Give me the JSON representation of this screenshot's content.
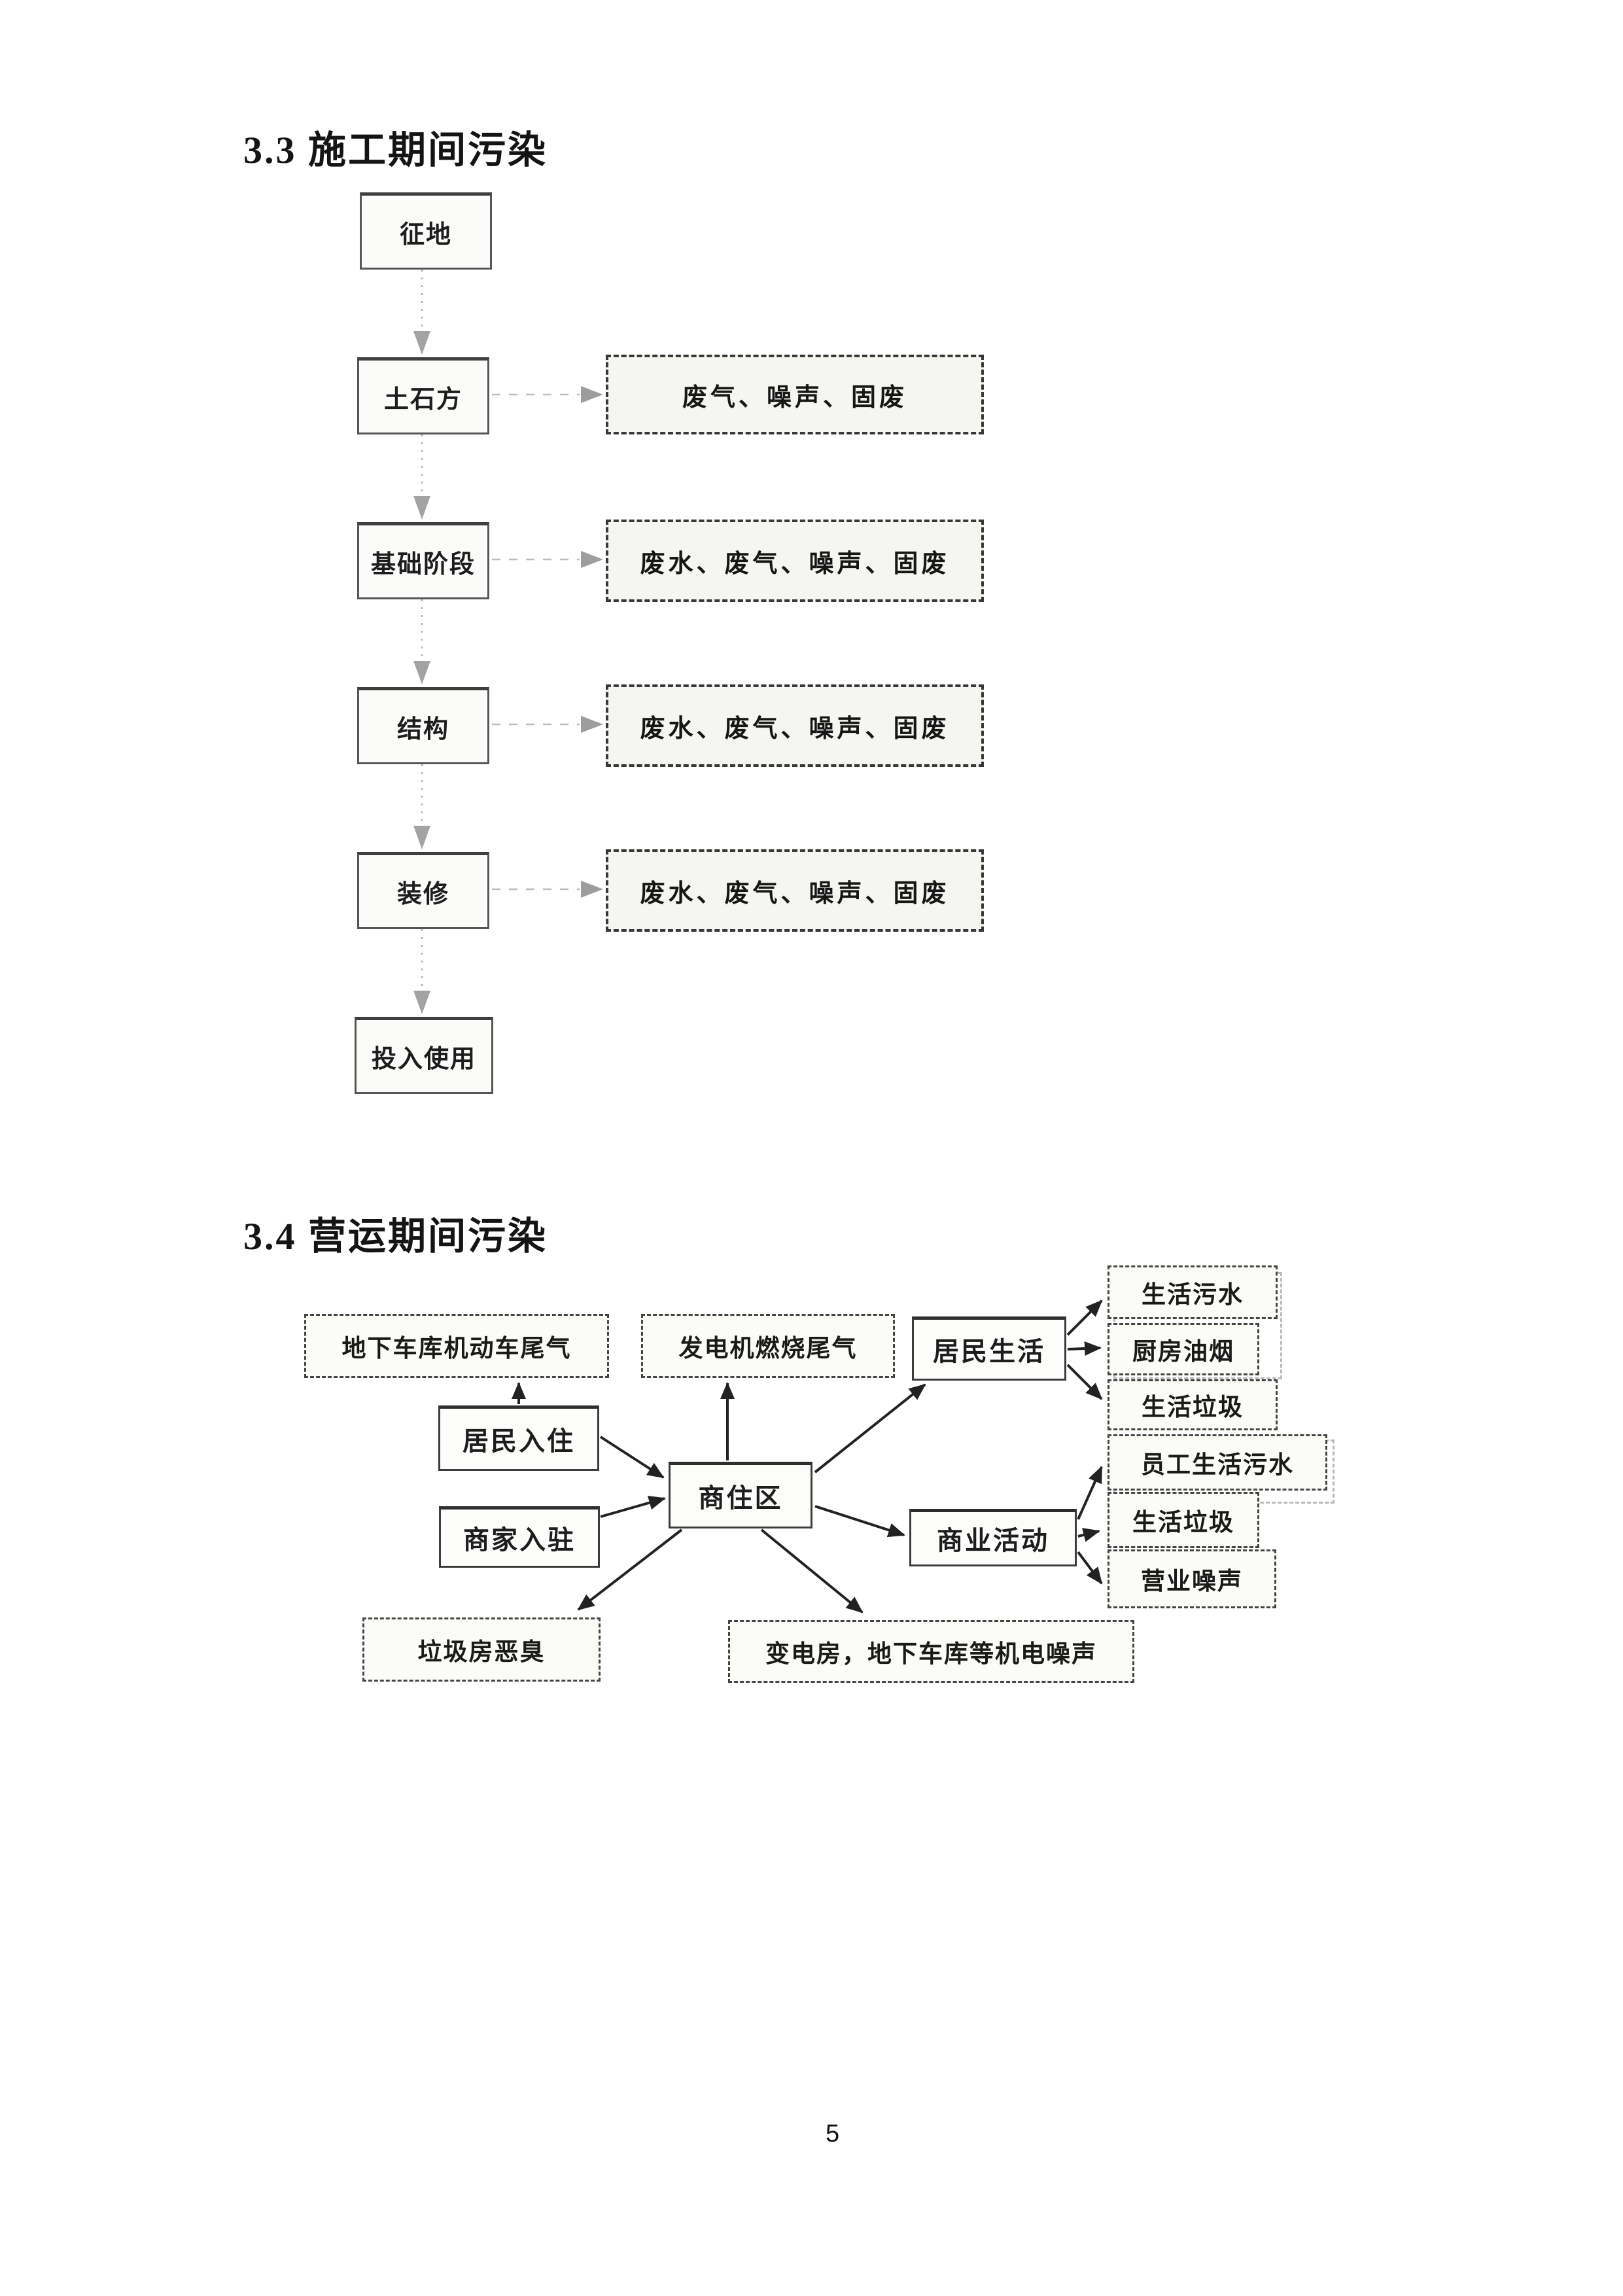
{
  "page": {
    "number": "5"
  },
  "colors": {
    "ink": "#141414",
    "faint_connector": "#b3b3b3",
    "arrow": "#222222"
  },
  "construction": {
    "heading": "3.3 施工期间污染",
    "stages": {
      "s1": "征地",
      "s2": "土石方",
      "s3": "基础阶段",
      "s4": "结构",
      "s5": "装修",
      "s6": "投入使用"
    },
    "outputs": {
      "o1": "废气、噪声、固废",
      "o2": "废水、废气、噪声、固废",
      "o3": "废水、废气、噪声、固废",
      "o4": "废水、废气、噪声、固废"
    }
  },
  "operation": {
    "heading": "3.4 营运期间污染",
    "nodes": {
      "garage_exhaust": "地下车库机动车尾气",
      "generator_exhaust": "发电机燃烧尾气",
      "resident_life": "居民生活",
      "sewage": "生活污水",
      "kitchen_fume": "厨房油烟",
      "garbage1": "生活垃圾",
      "resident_movein": "居民入住",
      "mixed_district": "商住区",
      "staff_sewage": "员工生活污水",
      "merchant_movein": "商家入驻",
      "business_activity": "商业活动",
      "garbage2": "生活垃圾",
      "business_noise": "营业噪声",
      "garbage_room_odor": "垃圾房恶臭",
      "substation_noise": "变电房，地下车库等机电噪声"
    }
  }
}
